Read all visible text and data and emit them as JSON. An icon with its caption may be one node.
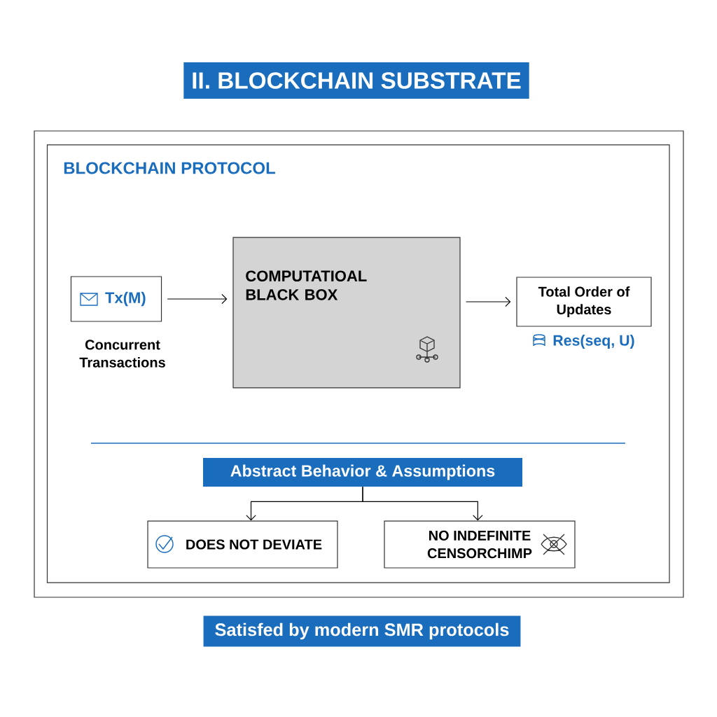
{
  "diagram": {
    "title": "II. BLOCKCHAIN SUBSTRATE",
    "nodes": [
      {
        "text": [
          "BLOCKCHAIN PROTOCOL"
        ]
      },
      {
        "text": [
          "Tx(M)"
        ],
        "in": 0,
        "beside": [
          "Concurrent Transactions"
        ]
      },
      {
        "text": [
          "COMPUTATIOAL BLACK BOX"
        ],
        "in": 0
      },
      {
        "text": [
          "Total Order of Updates"
        ],
        "in": 0,
        "beside": [
          "Res(seq, U)"
        ]
      },
      {
        "text": [
          "Abstract Behavior & Assumptions"
        ],
        "in": 0
      },
      {
        "text": [
          "DOES NOT DEVIATE"
        ],
        "in": 0
      },
      {
        "text": [
          "NO INDEFINITE CENSORCHIMP"
        ],
        "in": 0
      },
      {
        "text": [
          "Satisfed by modern SMR protocols"
        ]
      }
    ],
    "edges": [
      {
        "from": 1,
        "to": 2,
        "arrow": "to"
      },
      {
        "from": 2,
        "to": 3,
        "arrow": "to"
      },
      {
        "from": 4,
        "to": 5,
        "arrow": "to"
      },
      {
        "from": 4,
        "to": 6,
        "arrow": "to"
      }
    ]
  }
}
